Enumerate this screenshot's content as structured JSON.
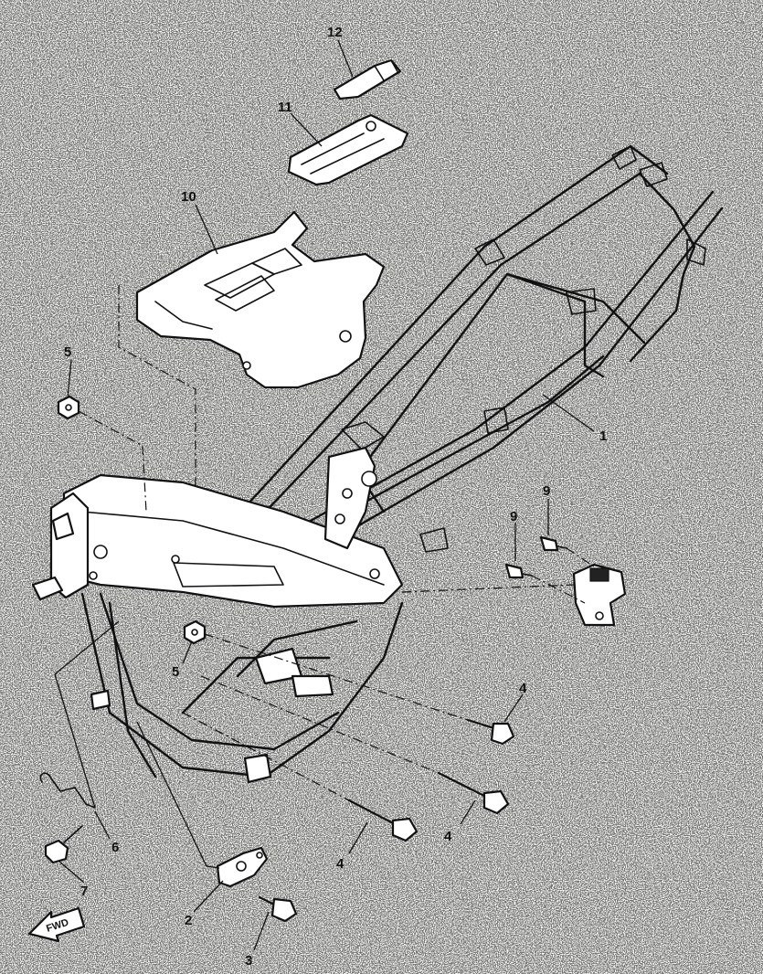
{
  "callouts": {
    "frame": "1",
    "bracket": "2",
    "bracket_bolt": "3",
    "engine_bolt_a": "4",
    "engine_bolt_b": "4",
    "engine_bolt_c": "4",
    "nut_upper": "5",
    "nut_lower": "5",
    "clip": "6",
    "small_bolt": "7",
    "stay_bolt_a": "9",
    "stay_bolt_b": "9",
    "air_duct_cover": "10",
    "seat_plate": "11",
    "seat_clip": "12"
  },
  "fwd_marker": "FWD",
  "colors": {
    "ink": "#111111",
    "paper": "#fdfdfb"
  }
}
